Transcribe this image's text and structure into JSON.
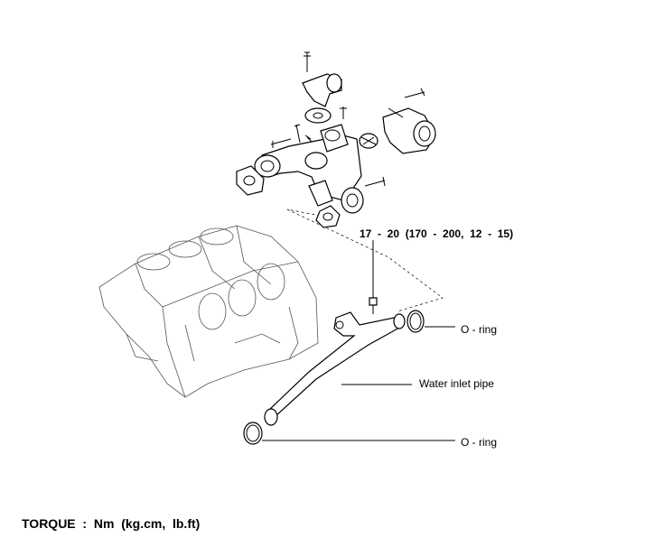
{
  "labels": {
    "torque_spec": "17  -  20  (170  -  200,  12  -  15)",
    "o_ring_top": "O - ring",
    "water_inlet_pipe": "Water inlet pipe",
    "o_ring_bottom": "O - ring",
    "torque_unit": "TORQUE  :  Nm  (kg.cm,  lb.ft)"
  }
}
